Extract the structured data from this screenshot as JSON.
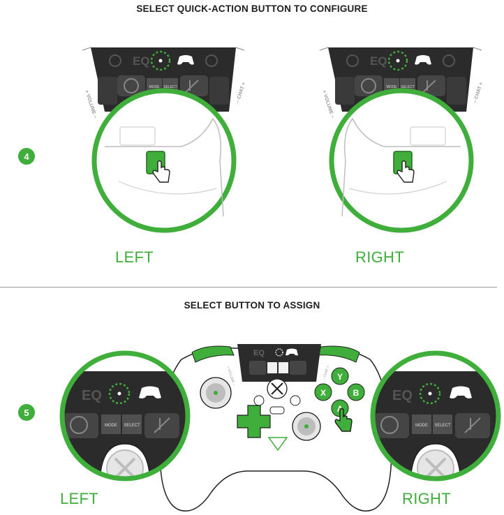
{
  "steps": {
    "step4": {
      "number": "4",
      "heading": "SELECT QUICK-ACTION BUTTON TO CONFIGURE",
      "left_label": "LEFT",
      "right_label": "RIGHT"
    },
    "step5": {
      "number": "5",
      "heading": "SELECT BUTTON TO ASSIGN",
      "left_label": "LEFT",
      "right_label": "RIGHT"
    }
  },
  "panel": {
    "eq_label": "EQ",
    "mode_label": "MODE",
    "select_label": "SELECT",
    "volume_label": "+ VOLUME –",
    "chat_label": "– CHAT +"
  },
  "face_buttons": {
    "y": "Y",
    "x": "X",
    "b": "B",
    "a": "A"
  },
  "colors": {
    "accent_green": "#3fae3a",
    "panel_dark": "#2b2b2b",
    "outline_gray": "#9a9a9a"
  }
}
